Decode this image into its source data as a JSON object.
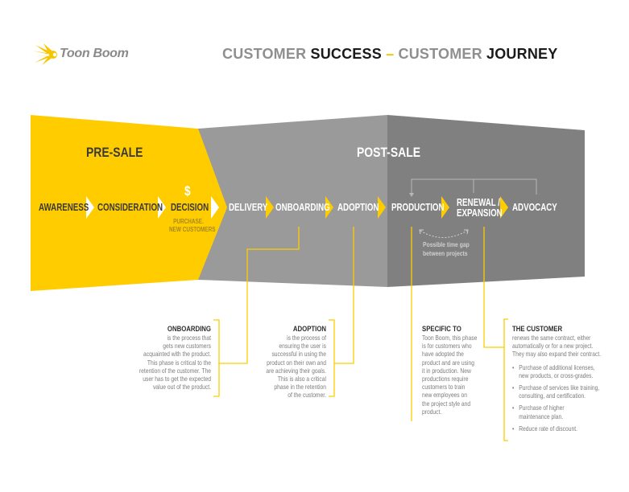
{
  "brand": {
    "logo_icon": "starburst-logo-icon",
    "name": "Toon Boom"
  },
  "title": {
    "part1": "CUSTOMER ",
    "part2": "SUCCESS",
    "dash": " – ",
    "part3": "CUSTOMER ",
    "part4": "JOURNEY"
  },
  "colors": {
    "accent_yellow": "#FFCC00",
    "presale_bg": "#FFCC00",
    "postsale_light": "#999999",
    "postsale_dark": "#808080",
    "title_gray": "#8F8F8F",
    "title_dark": "#1A1A1A"
  },
  "sections": {
    "pre_sale": "PRE-SALE",
    "post_sale": "POST-SALE"
  },
  "stages": {
    "awareness": "AWARENESS",
    "consideration": "CONSIDERATION",
    "decision": "DECISION",
    "decision_icon": "$",
    "decision_sub_line1": "PURCHASE.",
    "decision_sub_line2": "NEW CUSTOMERS",
    "delivery": "DELIVERY",
    "onboarding": "ONBOARDING",
    "adoption": "ADOPTION",
    "production": "PRODUCTION",
    "renewal_line1": "RENEWAL /",
    "renewal_line2": "EXPANSION",
    "advocacy": "ADVOCACY"
  },
  "time_gap": {
    "line1": "Possible time gap",
    "line2": "between projects"
  },
  "notes": {
    "onboarding": {
      "heading": "ONBOARDING",
      "lines": [
        "is the process that",
        "gets new customers",
        "acquainted with the product.",
        "This phase is critical to the",
        "retention of the customer. The",
        "user has to get the expected",
        "value out of the product."
      ]
    },
    "adoption": {
      "heading": "ADOPTION",
      "lines": [
        "is the process of",
        "ensuring the user is",
        "successful in using the",
        "product on their own and",
        "are achieving their goals.",
        "This is also a critical",
        "phase in the retention",
        "of the customer."
      ]
    },
    "production": {
      "heading": "SPECIFIC TO",
      "lines": [
        "Toon Boom, this phase",
        "is for customers who",
        "have adopted the",
        "product and are using",
        "it in production. New",
        "productions require",
        "customers to train",
        "new employees on",
        "the project style and",
        "product."
      ]
    },
    "renewal": {
      "heading": "THE CUSTOMER",
      "lines": [
        "renews the same contract, either",
        "automatically or for a new project.",
        "They may also expand their contract."
      ],
      "bullets": [
        [
          "Purchase of additional licenses,",
          "new products, or cross-grades."
        ],
        [
          "Purchase of services like training,",
          "consulting, and certification."
        ],
        [
          "Purchase of higher",
          "maintenance plan."
        ],
        [
          "Reduce rate of discount."
        ]
      ]
    }
  }
}
